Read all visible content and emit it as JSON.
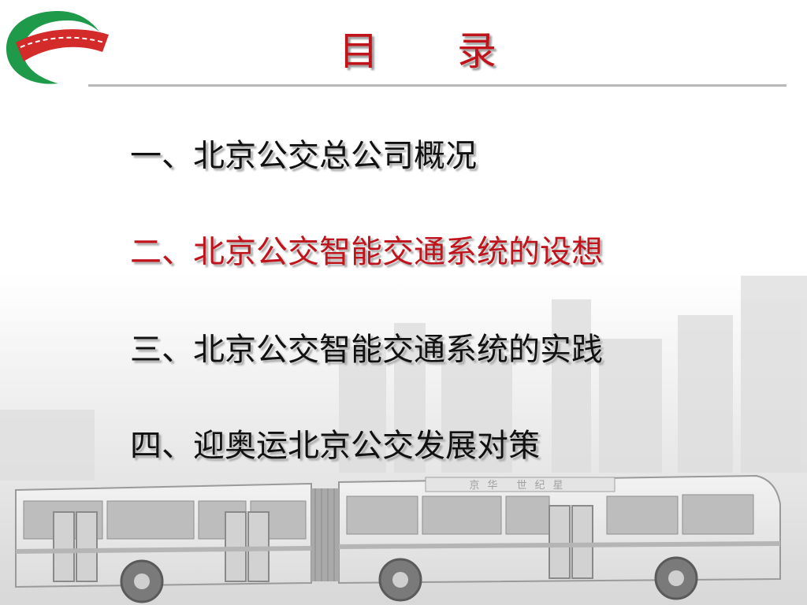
{
  "title": "目录",
  "colors": {
    "title": "#c0141c",
    "item_default": "#111111",
    "item_active": "#c0141c",
    "logo_green": "#1f9a4a",
    "logo_red": "#d32a2a",
    "rule": "#b8b8b8"
  },
  "toc": [
    {
      "label": "一、北京公交总公司概况",
      "active": false
    },
    {
      "label": "二、北京公交智能交通系统的设想",
      "active": true
    },
    {
      "label": "三、北京公交智能交通系统的实践",
      "active": false
    },
    {
      "label": "四、迎奥运北京公交发展对策",
      "active": false
    }
  ],
  "background": {
    "bus_sign": "京华 世纪星"
  }
}
